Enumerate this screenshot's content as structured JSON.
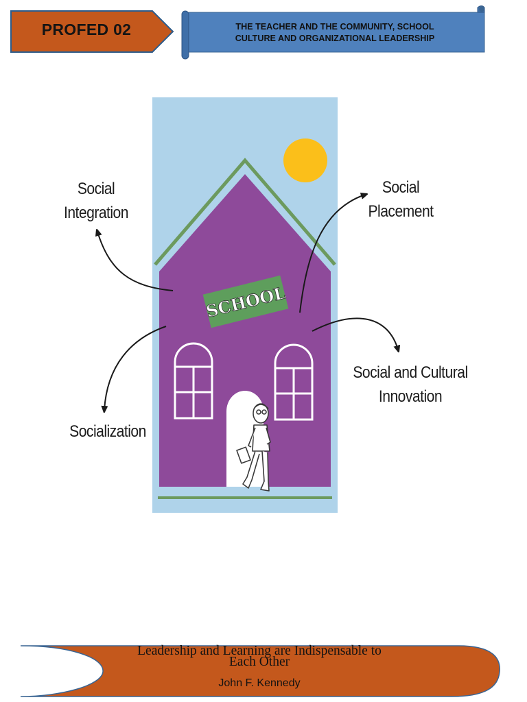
{
  "header": {
    "badge_label": "PROFED 02",
    "banner_line1": "THE TEACHER AND THE COMMUNITY, SCHOOL",
    "banner_line2": "CULTURE AND ORGANIZATIONAL LEADERSHIP"
  },
  "diagram": {
    "school_sign": "SCHOOL",
    "functions": [
      {
        "line1": "Social",
        "line2": "Integration"
      },
      {
        "line1": "Social",
        "line2": "Placement"
      },
      {
        "line1": "Socialization"
      },
      {
        "line1": "Social and Cultural",
        "line2": "Innovation"
      }
    ]
  },
  "footer": {
    "quote_line1": "Leadership and Learning are Indispensable to",
    "quote_line2": "Each Other",
    "author": "John F. Kennedy"
  },
  "colors": {
    "badge_orange": "#C4581C",
    "banner_blue": "#4F81BD",
    "sky_blue": "#AFD3EA",
    "house_purple": "#8E4A9A",
    "roof_green": "#6C9A5E",
    "sign_green": "#5E9E5C",
    "sun_yellow": "#FBBF1A",
    "ribbon_orange": "#C4581C"
  }
}
